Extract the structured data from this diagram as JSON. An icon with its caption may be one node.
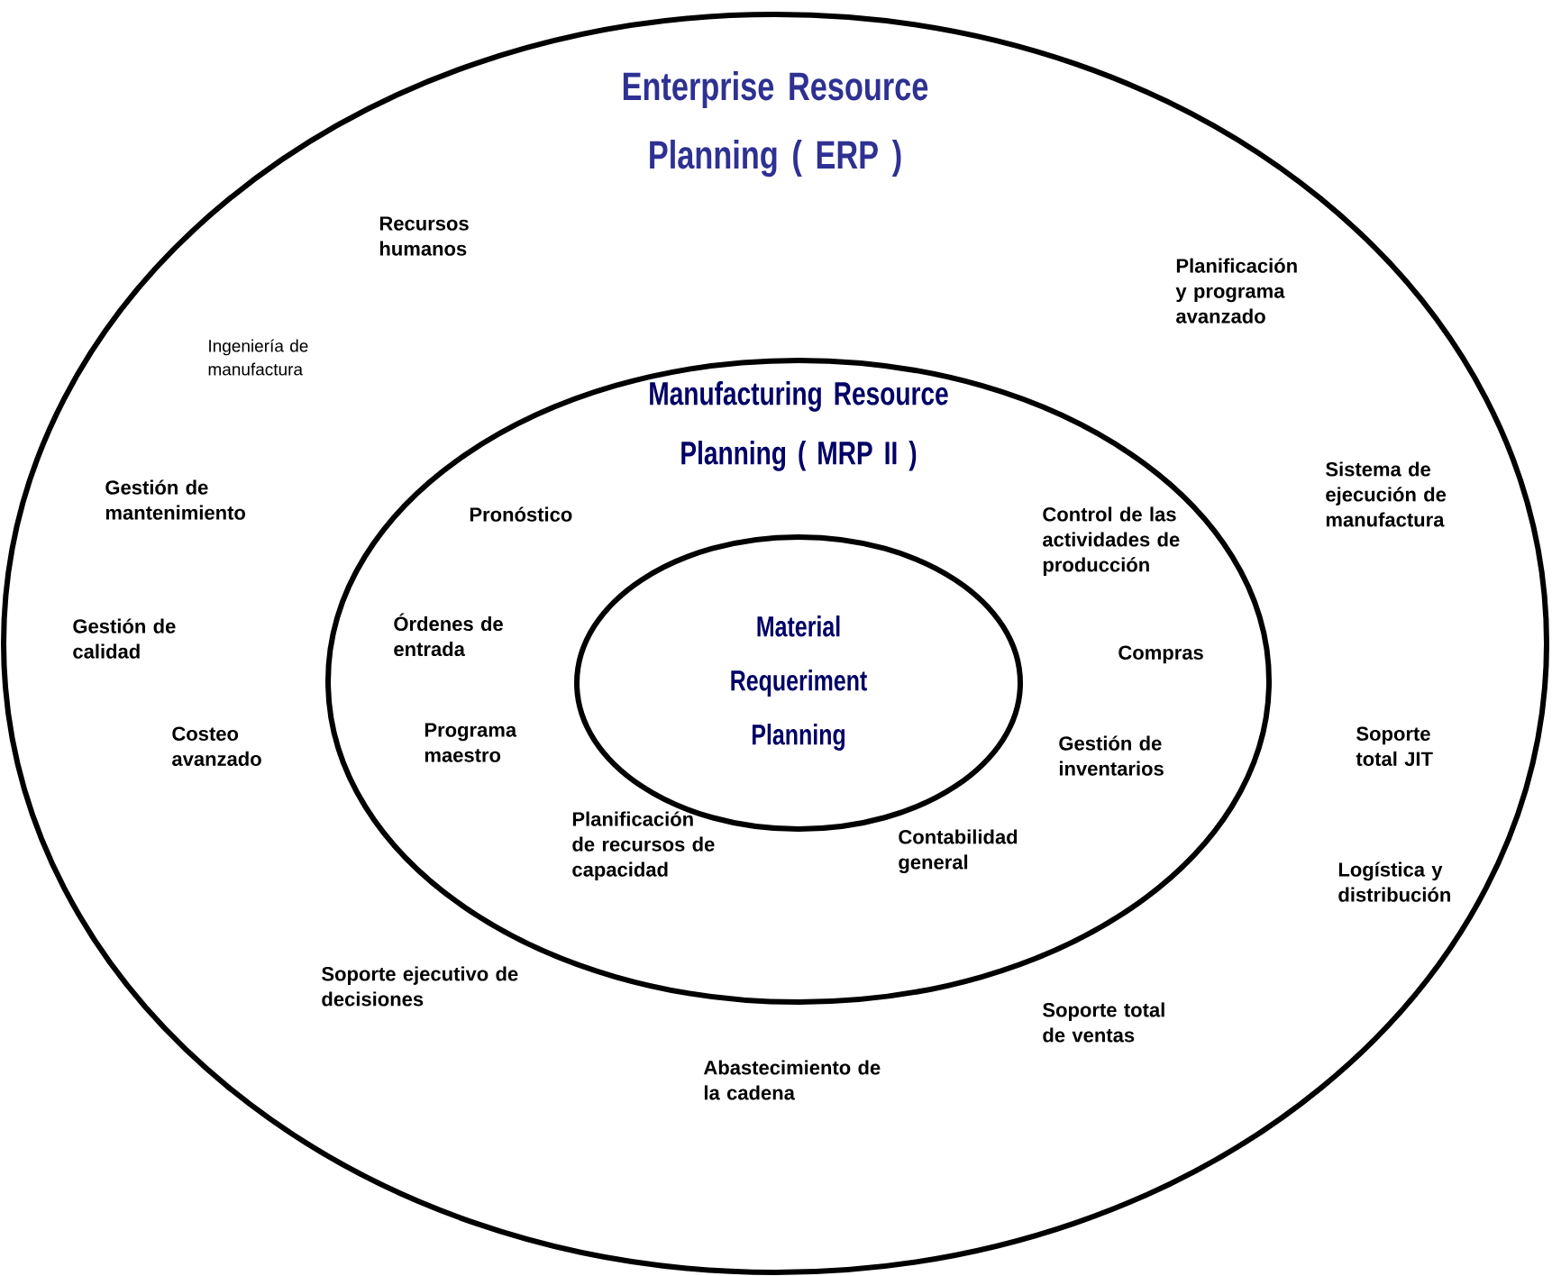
{
  "diagram": {
    "nodes": [
      {
        "text": [
          "Enterprise Resource Planning ( ERP )"
        ]
      },
      {
        "text": [
          "Manufacturing Resource Planning ( MRP II )"
        ],
        "in": 0
      },
      {
        "text": [
          "Material Requeriment Planning"
        ],
        "in": 1
      }
    ],
    "labels": [
      "Recursos humanos",
      "Ingeniería de manufactura",
      "Planificación y programa avanzado",
      "Gestión de mantenimiento",
      "Pronóstico",
      "Control de las actividades de producción",
      "Sistema de ejecución de manufactura",
      "Órdenes de entrada",
      "Gestión de calidad",
      "Compras",
      "Soporte total JIT",
      "Programa maestro",
      "Gestión de inventarios",
      "Costeo avanzado",
      "Planificación de recursos de capacidad",
      "Contabilidad general",
      "Logística y distribución",
      "Soporte ejecutivo de decisiones",
      "Soporte total de ventas",
      "Abastecimiento de la cadena"
    ]
  }
}
